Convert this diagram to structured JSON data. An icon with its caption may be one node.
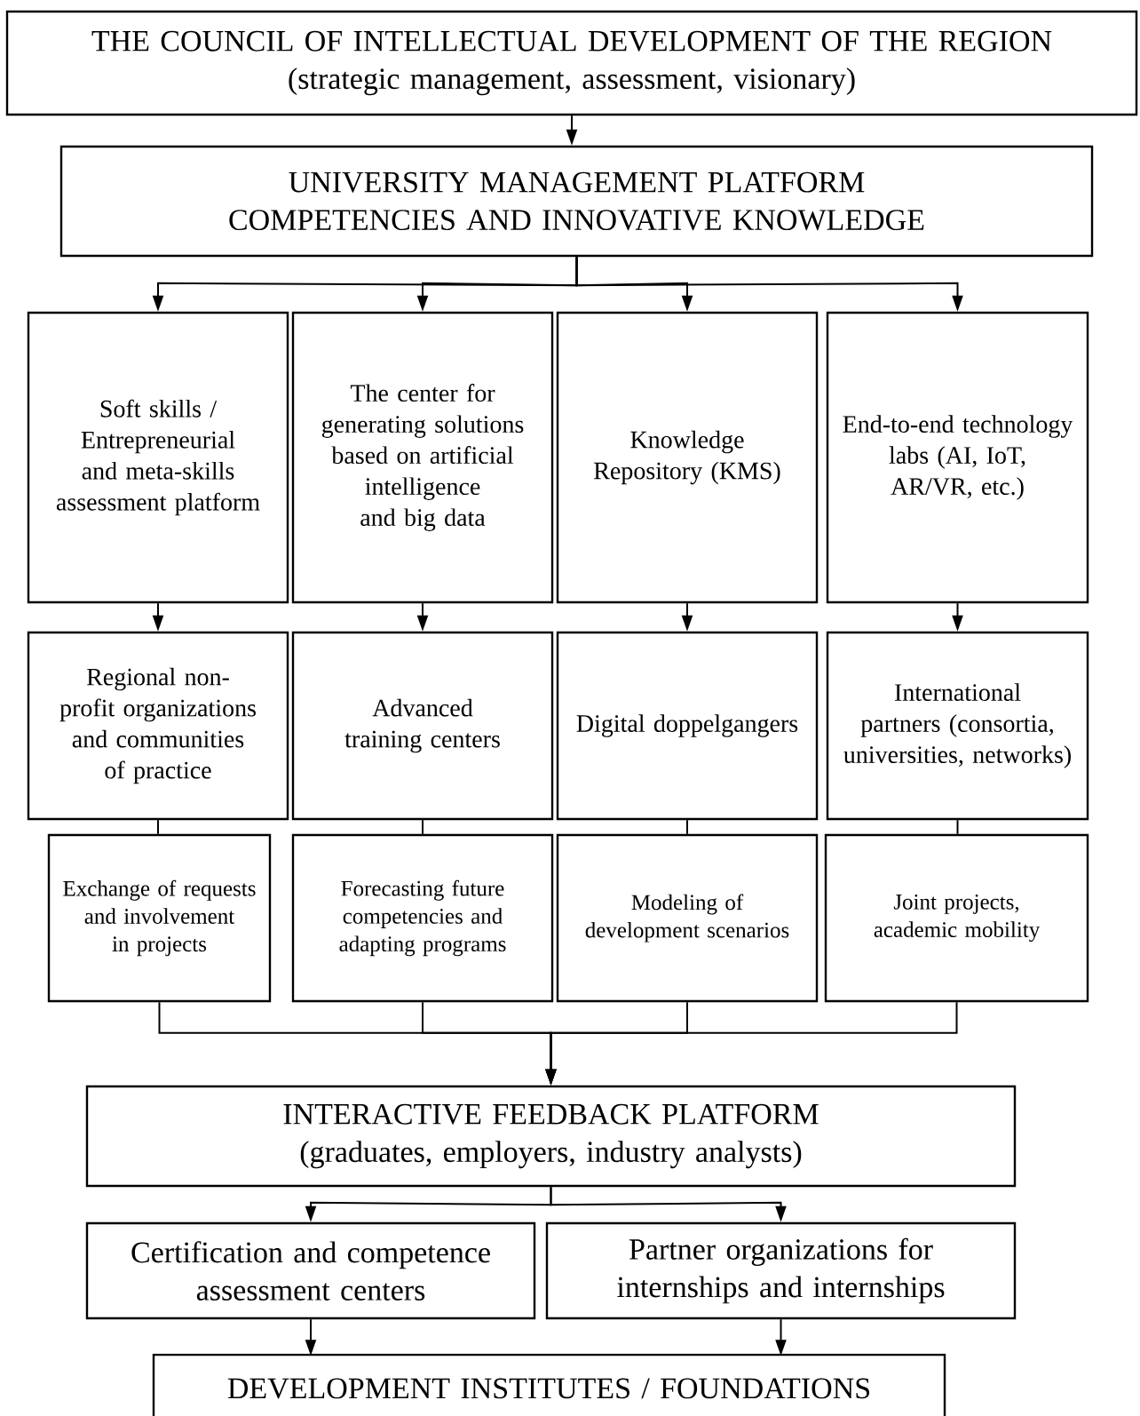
{
  "diagram": {
    "nodes": [
      {
        "text": [
          "THE COUNCIL OF INTELLECTUAL DEVELOPMENT OF THE REGION",
          "(strategic management, assessment, visionary)"
        ]
      },
      {
        "text": [
          "UNIVERSITY MANAGEMENT PLATFORM COMPETENCIES AND INNOVATIVE KNOWLEDGE"
        ]
      },
      {
        "text": [
          "Soft skills / Entrepreneurial and meta-skills assessment platform"
        ]
      },
      {
        "text": [
          "The center for generating solutions based on artificial intelligence and big data"
        ]
      },
      {
        "text": [
          "Knowledge Repository (KMS)"
        ]
      },
      {
        "text": [
          "End-to-end technology labs (AI, IoT, AR/VR, etc.)"
        ]
      },
      {
        "text": [
          "Regional non-profit organizations and communities of practice"
        ]
      },
      {
        "text": [
          "Advanced training centers"
        ]
      },
      {
        "text": [
          "Digital doppelgangers"
        ]
      },
      {
        "text": [
          "International partners (consortia, universities, networks)"
        ]
      },
      {
        "text": [
          "Exchange of requests and involvement in projects"
        ]
      },
      {
        "text": [
          "Forecasting future competencies and adapting programs"
        ]
      },
      {
        "text": [
          "Modeling of development scenarios"
        ]
      },
      {
        "text": [
          "Joint projects, academic mobility"
        ]
      },
      {
        "text": [
          "INTERACTIVE FEEDBACK PLATFORM",
          "(graduates, employers, industry analysts)"
        ]
      },
      {
        "text": [
          "Certification and competence assessment centers"
        ]
      },
      {
        "text": [
          "Partner organizations for internships and internships"
        ]
      },
      {
        "text": [
          "DEVELOPMENT INSTITUTES / FOUNDATIONS"
        ]
      }
    ],
    "edges": [
      {
        "from": 0,
        "to": 1,
        "arrow": "to"
      },
      {
        "from": 1,
        "to": 2,
        "arrow": "to"
      },
      {
        "from": 1,
        "to": 3,
        "arrow": "to"
      },
      {
        "from": 1,
        "to": 4,
        "arrow": "to"
      },
      {
        "from": 1,
        "to": 5,
        "arrow": "to"
      },
      {
        "from": 2,
        "to": 6,
        "arrow": "to"
      },
      {
        "from": 3,
        "to": 7,
        "arrow": "to"
      },
      {
        "from": 4,
        "to": 8,
        "arrow": "to"
      },
      {
        "from": 5,
        "to": 9,
        "arrow": "to"
      },
      {
        "from": 6,
        "to": 10,
        "arrow": "none"
      },
      {
        "from": 7,
        "to": 11,
        "arrow": "none"
      },
      {
        "from": 8,
        "to": 12,
        "arrow": "none"
      },
      {
        "from": 9,
        "to": 13,
        "arrow": "none"
      },
      {
        "from": 10,
        "to": 14,
        "arrow": "to"
      },
      {
        "from": 11,
        "to": 14,
        "arrow": "to"
      },
      {
        "from": 12,
        "to": 14,
        "arrow": "to"
      },
      {
        "from": 13,
        "to": 14,
        "arrow": "to"
      },
      {
        "from": 14,
        "to": 15,
        "arrow": "to"
      },
      {
        "from": 14,
        "to": 16,
        "arrow": "to"
      },
      {
        "from": 15,
        "to": 17,
        "arrow": "to"
      },
      {
        "from": 16,
        "to": 17,
        "arrow": "to"
      }
    ]
  }
}
